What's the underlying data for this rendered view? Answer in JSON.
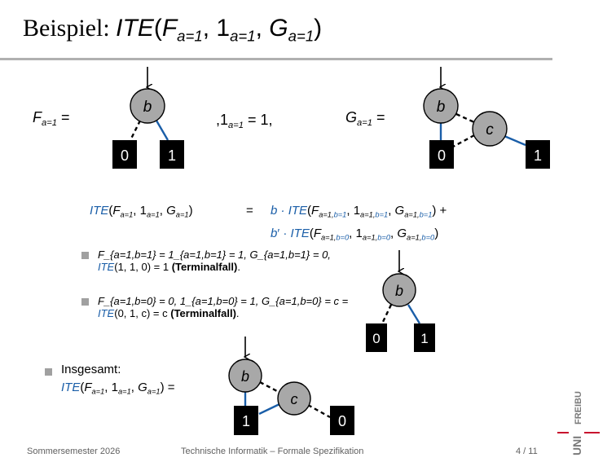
{
  "title": {
    "prefix": "Beispiel: ",
    "expr_ite": "ITE",
    "open": "(",
    "F": "F",
    "sub_a1": "a=1",
    "comma": ", ",
    "one": "1",
    "G": "G",
    "close": ")"
  },
  "row1": {
    "f_label": "F",
    "sub_a1": "a=1",
    "equals": " =",
    "one_part_prefix": ",1",
    "one_part_suffix": " = 1,",
    "g_label": "G"
  },
  "nodes": {
    "b": "b",
    "c": "c",
    "zero": "0",
    "one": "1"
  },
  "equation": {
    "ite": "ITE",
    "F": "F",
    "G": "G",
    "one": "1",
    "sub_a1": "a=1",
    "sub_b1_sep": ",",
    "sub_b1": "b=1",
    "sub_b0": "b=0",
    "eq": "=",
    "b_dot": "b · ",
    "bprime": "b",
    "prime_dot": "′ · ",
    "plus": "+"
  },
  "cases": [
    {
      "line1": "F_{a=1,b=1} = 1_{a=1,b=1} = 1, G_{a=1,b=1} = 0,",
      "line2_ite": "ITE",
      "line2_args": "(1, 1, 0) = 1 ",
      "line2_bold": "(Terminalfall)",
      "line2_end": "."
    },
    {
      "line1": "F_{a=1,b=0} = 0, 1_{a=1,b=0} = 1, G_{a=1,b=0} = c =",
      "line2_ite": "ITE",
      "line2_args": "(0, 1, c) = c ",
      "line2_bold": "(Terminalfall)",
      "line2_end": "."
    }
  ],
  "summary": {
    "heading": "Insgesamt:",
    "ite": "ITE",
    "tail": " ="
  },
  "footer": {
    "semester": "Sommersemester 2026",
    "course": "Technische Informatik – Formale Spezifikation",
    "page": "4 / 11"
  },
  "logo": {
    "uni": "UNI",
    "freiburg": "FREIBURG"
  },
  "colors": {
    "accent": "#1a5ea8",
    "node_fill": "#a8a8a8",
    "terminal": "#000000",
    "rule": "#b0b0b0"
  }
}
